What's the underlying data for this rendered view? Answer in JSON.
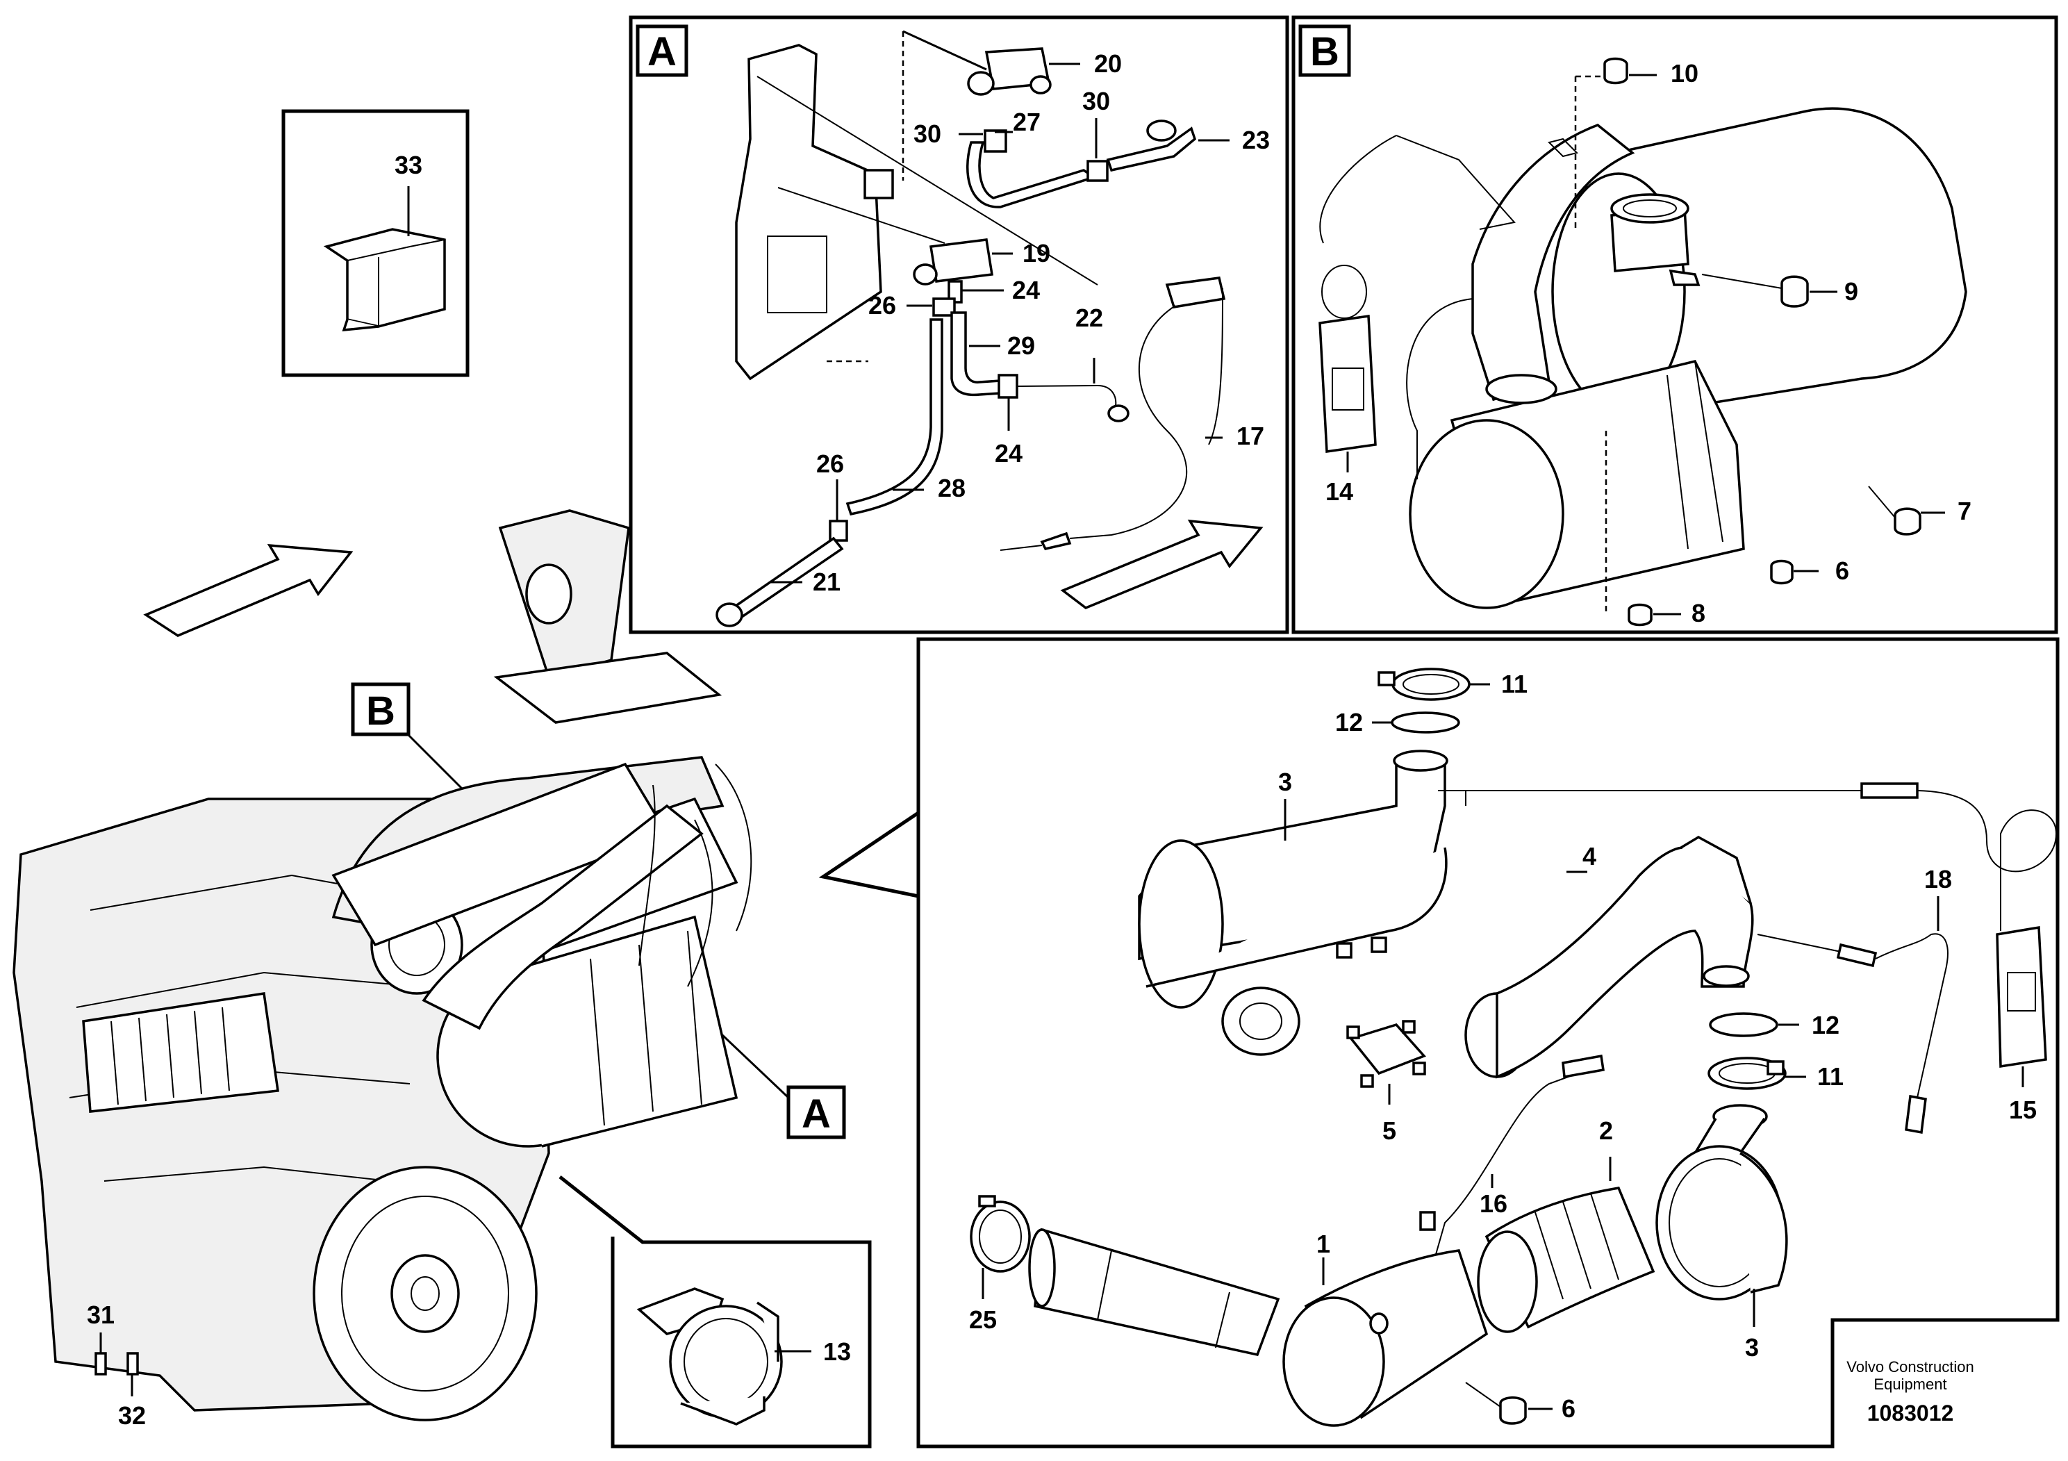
{
  "callouts": {
    "a_box": "A",
    "b_box": "B",
    "a_engine": "A",
    "b_engine": "B"
  },
  "parts": {
    "p1": "1",
    "p2": "2",
    "p3a": "3",
    "p3b": "3",
    "p4": "4",
    "p5": "5",
    "p6a": "6",
    "p6b": "6",
    "p7": "7",
    "p8": "8",
    "p9": "9",
    "p10": "10",
    "p11a": "11",
    "p11b": "11",
    "p12a": "12",
    "p12b": "12",
    "p13": "13",
    "p14": "14",
    "p15": "15",
    "p16": "16",
    "p17": "17",
    "p18": "18",
    "p19": "19",
    "p20": "20",
    "p21": "21",
    "p22": "22",
    "p23": "23",
    "p24a": "24",
    "p24b": "24",
    "p25": "25",
    "p26a": "26",
    "p26b": "26",
    "p27": "27",
    "p28": "28",
    "p29": "29",
    "p30a": "30",
    "p30b": "30",
    "p31": "31",
    "p32": "32",
    "p33": "33"
  },
  "footer": {
    "manufacturer_line1": "Volvo Construction",
    "manufacturer_line2": "Equipment",
    "drawing_number": "1083012"
  }
}
